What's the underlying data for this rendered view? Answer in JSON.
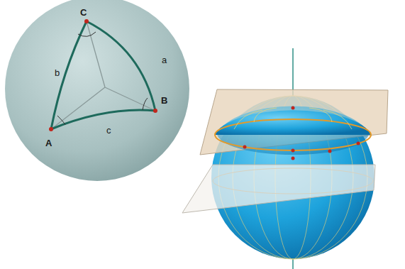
{
  "diagram": {
    "labels": [
      "C",
      "a",
      "b",
      "A",
      "B",
      "c"
    ]
  }
}
